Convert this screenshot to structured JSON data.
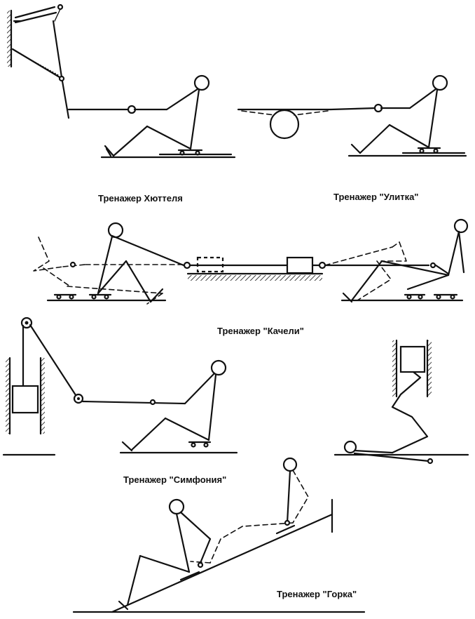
{
  "captions": {
    "hutteler": "Тренажер Хюттеля",
    "ulitka": "Тренажер \"Улитка\"",
    "kacheli": "Тренажер \"Качели\"",
    "simfonia": "Тренажер \"Симфония\"",
    "gorka": "Тренажер \"Горка\""
  }
}
